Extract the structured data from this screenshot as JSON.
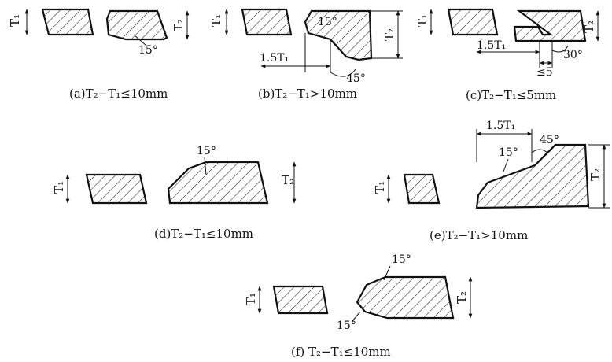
{
  "figure": {
    "panels": [
      {
        "id": "a",
        "caption": "(a)T₂−T₁≤10mm",
        "dims": {
          "t1": "T₁",
          "t2": "T₂",
          "angle": "15°"
        }
      },
      {
        "id": "b",
        "caption": "(b)T₂−T₁>10mm",
        "dims": {
          "t1": "T₁",
          "t2": "T₂",
          "angle_small": "15°",
          "offset": "1.5T₁",
          "angle_large": "45°"
        }
      },
      {
        "id": "c",
        "caption": "(c)T₂−T₁≤5mm",
        "dims": {
          "t1": "T₁",
          "t2": "T₂",
          "offset": "1.5T₁",
          "length": "≤5",
          "angle": "30°"
        }
      },
      {
        "id": "d",
        "caption": "(d)T₂−T₁≤10mm",
        "dims": {
          "t1": "T₁",
          "t2": "T₂",
          "angle": "15°"
        }
      },
      {
        "id": "e",
        "caption": "(e)T₂−T₁>10mm",
        "dims": {
          "t1": "T₁",
          "t2": "T₂",
          "offset": "1.5T₁",
          "angle_small": "15°",
          "angle_large": "45°"
        }
      },
      {
        "id": "f",
        "caption": "(f)  T₂−T₁≤10mm",
        "dims": {
          "t1": "T₁",
          "t2": "T₂",
          "angle_top": "15°",
          "angle_bottom": "15°"
        }
      }
    ]
  }
}
